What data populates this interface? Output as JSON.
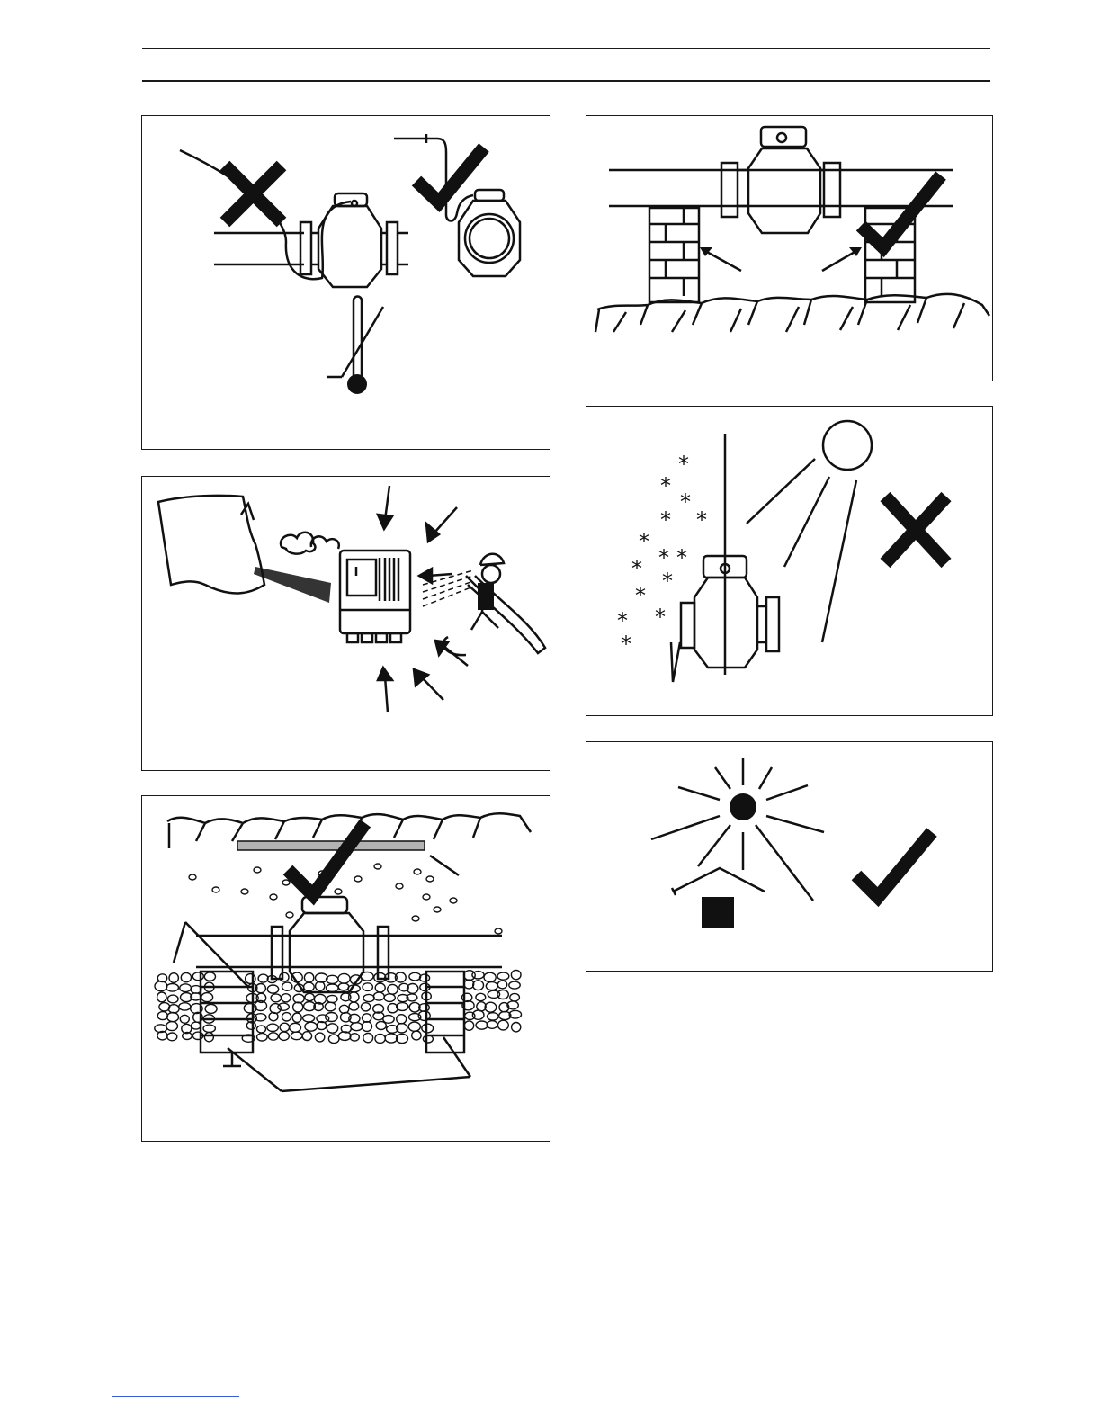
{
  "page": {
    "panels": [
      {
        "id": "p1",
        "subject": "thermal-insulation-and-cable-routing",
        "verdict": "mixed"
      },
      {
        "id": "p2",
        "subject": "protection-from-dust-and-water-jets",
        "verdict": "neutral"
      },
      {
        "id": "p3",
        "subject": "underground-installation-in-gravel-bed",
        "verdict": "correct"
      },
      {
        "id": "p4",
        "subject": "pipe-supported-on-brick-pillars",
        "verdict": "correct"
      },
      {
        "id": "p5",
        "subject": "exposure-to-sun-and-frost",
        "verdict": "wrong"
      },
      {
        "id": "p6",
        "subject": "sun-protection-cover",
        "verdict": "correct"
      }
    ]
  }
}
